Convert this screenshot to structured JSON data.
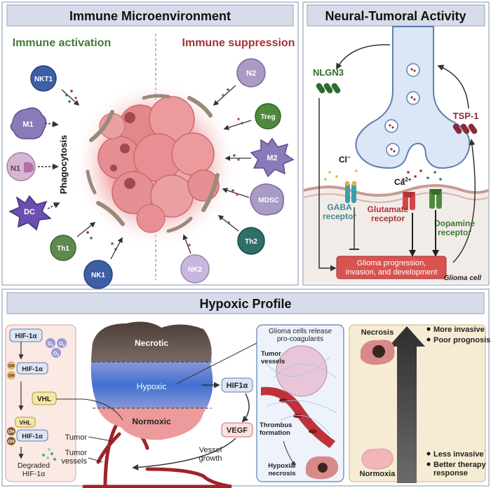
{
  "panels": {
    "immune": {
      "title": "Immune Microenvironment",
      "activation_label": "Immune activation",
      "suppression_label": "Immune suppression",
      "phagocytosis_label": "Phagocytosis",
      "activating_cells": [
        "NKT1",
        "M1",
        "N1",
        "DC",
        "Th1",
        "NK1"
      ],
      "suppressing_cells": [
        "N2",
        "Treg",
        "M2",
        "MDSC",
        "Th2",
        "NK2"
      ]
    },
    "neural": {
      "title": "Neural-Tumoral Activity",
      "nlgn3": "NLGN3",
      "tsp1": "TSP-1",
      "chloride": "Cl",
      "chloride_sup": "−",
      "calcium": "Ca",
      "calcium_sup": "2+",
      "gaba_line1": "GABA",
      "gaba_line2": "receptor",
      "glutamate_line1": "Glutamate",
      "glutamate_line2": "receptor",
      "dopamine_line1": "Dopamine",
      "dopamine_line2": "receptor",
      "progression_line1": "Glioma progression,",
      "progression_line2": "invasion, and development",
      "glioma_cell": "Glioma cell"
    },
    "hypoxic": {
      "title": "Hypoxic Profile",
      "hif1a": "HIF-1α",
      "o2": "O",
      "o2_sub": "2",
      "oh": "OH",
      "vhl": "VHL",
      "degraded_line1": "Degraded",
      "degraded_line2": "HIF-1α",
      "necrotic": "Necrotic",
      "hypoxic": "Hypoxic",
      "normoxic": "Normoxic",
      "tumor": "Tumor",
      "tumor_vessels_line1": "Tumor",
      "tumor_vessels_line2": "vessels",
      "hif1a_box": "HIF1α",
      "vegf": "VEGF",
      "vessel_growth_line1": "Vessel",
      "vessel_growth_line2": "growth",
      "inset_title_line1": "Glioma cells release",
      "inset_title_line2": "pro-coagulants",
      "inset_tumor_vessels_line1": "Tumor",
      "inset_tumor_vessels_line2": "vessels",
      "thrombus_line1": "Thrombus",
      "thrombus_line2": "formation",
      "hypoxia_necrosis_line1": "Hypoxia/",
      "hypoxia_necrosis_line2": "necrosis",
      "necrosis": "Necrosis",
      "normoxia": "Normoxia",
      "more_invasive": "More invasive",
      "poor_prognosis": "Poor prognosis",
      "less_invasive": "Less invasive",
      "better_therapy_line1": "Better therapy",
      "better_therapy_line2": "response"
    }
  },
  "colors": {
    "activation": "#3f7a34",
    "suppression": "#a33233",
    "header_bg": "#d6dcea",
    "cell_blue": "#3d5fa6",
    "cell_purple": "#8a7ab8",
    "cell_teal": "#2f6f6a",
    "cell_green": "#5d8a4e",
    "tumor_pink": "#e58f92",
    "progress_box": "#d9534f"
  }
}
